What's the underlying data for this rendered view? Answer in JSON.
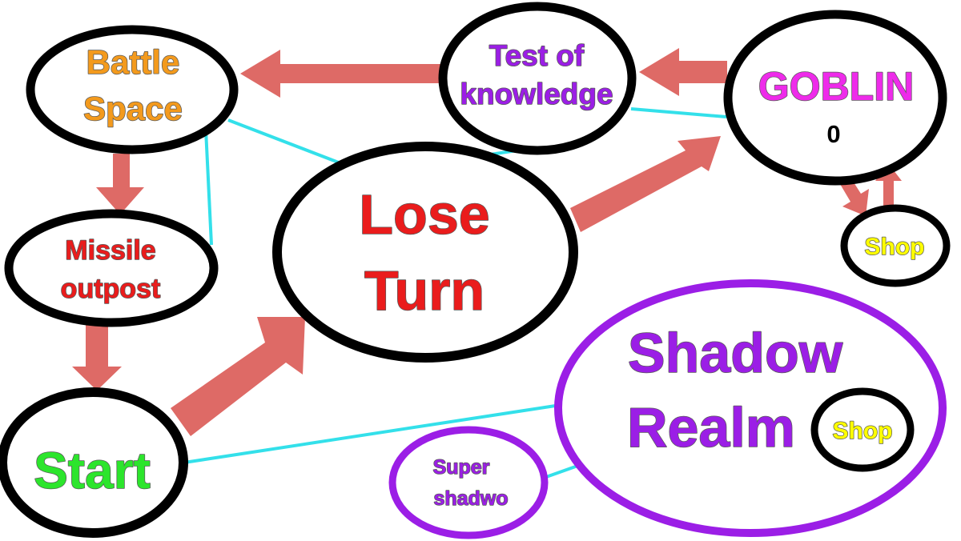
{
  "nodes": {
    "battle_space": {
      "line1": "Battle",
      "line2": "Space",
      "color": "#f39a1d"
    },
    "test_of_knowledge": {
      "line1": "Test of",
      "line2": "knowledge",
      "color": "#9b1ee6"
    },
    "goblin": {
      "label": "GOBLIN",
      "counter": "0",
      "color": "#ee2bea"
    },
    "shop_goblin": {
      "label": "Shop",
      "color": "#ffff00"
    },
    "missile_outpost": {
      "line1": "Missile",
      "line2": "outpost",
      "color": "#ea1c1c"
    },
    "lose_turn": {
      "line1": "Lose",
      "line2": "Turn",
      "color": "#ea1c1c"
    },
    "start": {
      "label": "Start",
      "color": "#2ce52c"
    },
    "shadow_realm": {
      "line1": "Shadow",
      "line2": "Realm",
      "color": "#9b1ee6",
      "border": "#9b1ee6"
    },
    "shop_shadow": {
      "label": "Shop",
      "color": "#ffff00"
    },
    "super_shadow": {
      "line1": "Super",
      "line2": "shadwo",
      "color": "#9b1ee6",
      "border": "#9b1ee6"
    }
  },
  "colors": {
    "arrow": "#de6a66",
    "connector": "#33e0ea",
    "node_border": "#000000"
  }
}
